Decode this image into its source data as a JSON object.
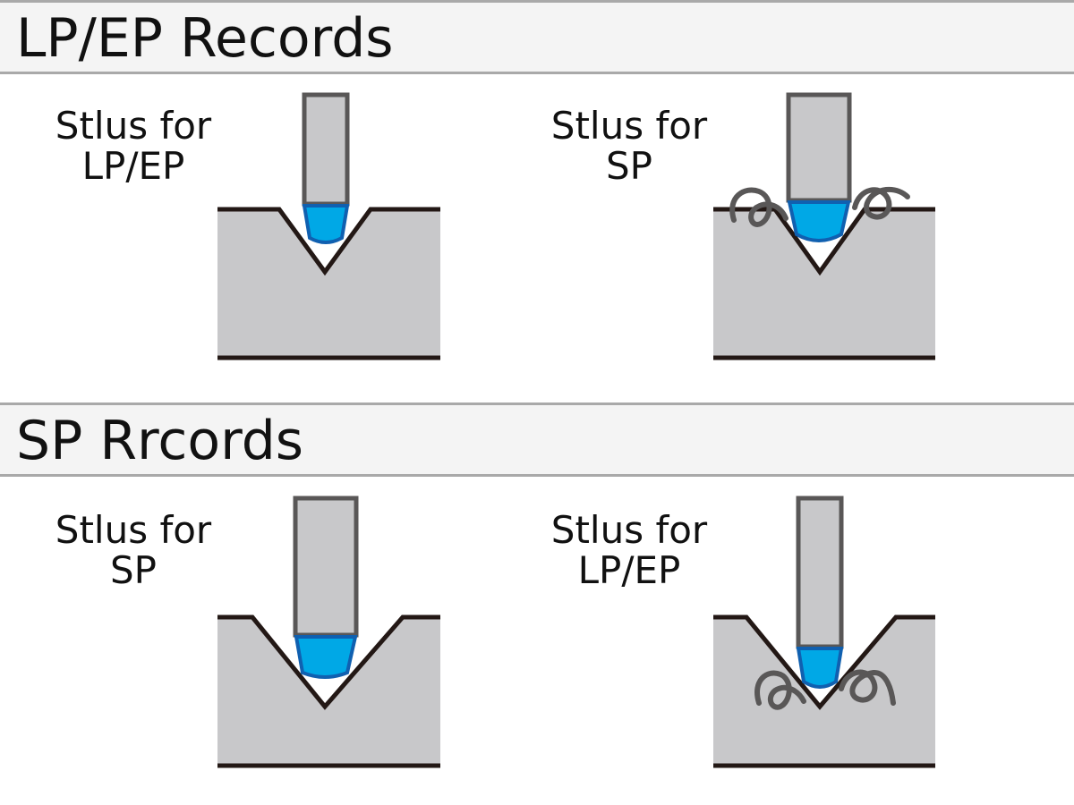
{
  "sections": [
    {
      "title": "LP/EP Records",
      "panels": [
        {
          "label_line1": "Stlus for",
          "label_line2": "LP/EP"
        },
        {
          "label_line1": "Stlus for",
          "label_line2": "SP"
        }
      ]
    },
    {
      "title": "SP Rrcords",
      "panels": [
        {
          "label_line1": "Stlus for",
          "label_line2": "SP"
        },
        {
          "label_line1": "Stlus for",
          "label_line2": "LP/EP"
        }
      ]
    }
  ],
  "colors": {
    "groove_fill": "#c8c8ca",
    "outline": "#231815",
    "stylus_body": "#c8c8ca",
    "stylus_border": "#595757",
    "tip_fill": "#00a8e6",
    "tip_border": "#1060b0",
    "debris": "#595757"
  }
}
